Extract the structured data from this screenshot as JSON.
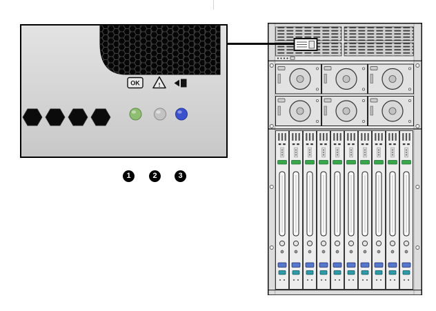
{
  "inset": {
    "icons": [
      {
        "name": "ok-icon",
        "label": "OK"
      },
      {
        "name": "service-required-icon",
        "glyph": "!"
      },
      {
        "name": "ready-to-remove-icon",
        "glyph": ""
      }
    ],
    "leds": [
      {
        "name": "ok-led",
        "color": "#8fbe72"
      },
      {
        "name": "service-required-led",
        "color": "#c3c3c3"
      },
      {
        "name": "ready-to-remove-led",
        "color": "#3c52cc"
      }
    ]
  },
  "callouts": [
    {
      "number": "1"
    },
    {
      "number": "2"
    },
    {
      "number": "3"
    }
  ],
  "colors": {
    "panel_gray": "#d9d9d9",
    "grille_black": "#141414",
    "chassis_fill": "#e9e9e9",
    "blade_tab_green": "#3aa64c",
    "connector_blue": "#5577cc",
    "connector_teal": "#2e9aa8",
    "outline_black": "#111111"
  }
}
